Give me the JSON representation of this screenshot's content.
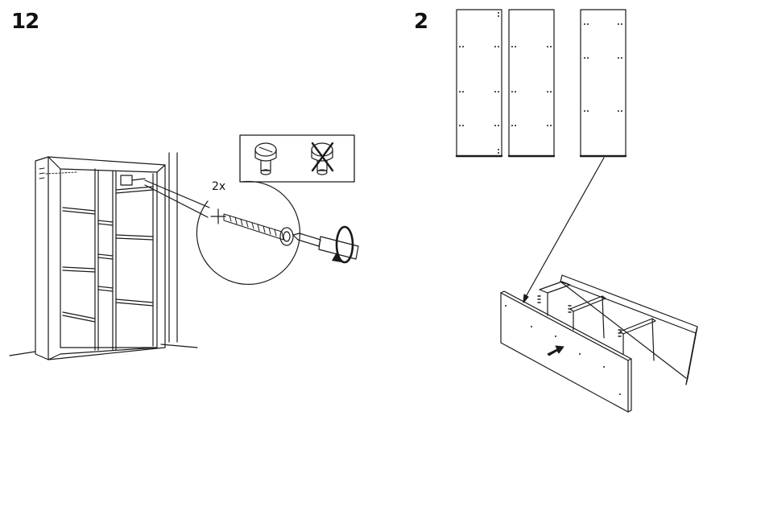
{
  "pages": {
    "left": {
      "step_number": "12",
      "quantity_label": "2x"
    },
    "right": {
      "step_number": "2"
    }
  },
  "icons": {
    "screw_correct": "cam-screw-correct-icon",
    "screw_wrong": "cam-screw-incorrect-icon",
    "screwdriver": "screwdriver-icon",
    "rotate": "clockwise-rotation-icon",
    "push": "push-arrow-icon"
  },
  "colors": {
    "line": "#1a1a1a",
    "background": "#ffffff"
  }
}
